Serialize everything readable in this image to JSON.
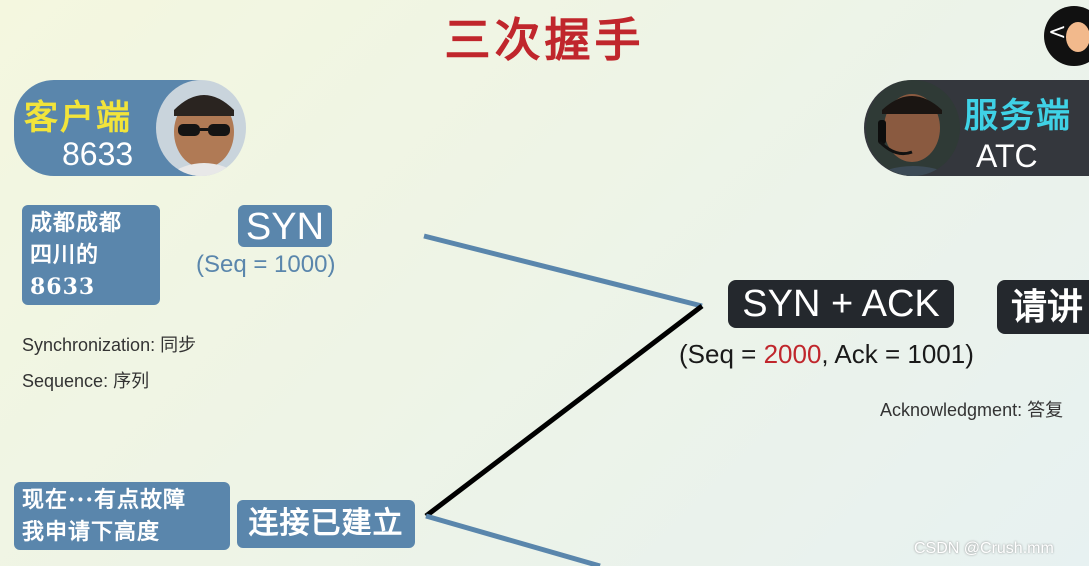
{
  "title": "三次握手",
  "client": {
    "name": "客户端",
    "id": "8633",
    "name_color": "#f2e43a"
  },
  "server": {
    "name": "服务端",
    "id": "ATC",
    "name_color": "#3fd2e6"
  },
  "client_message": {
    "line1": "成都成都",
    "line2": "四川的8633"
  },
  "syn": {
    "label": "SYN",
    "seq": "(Seq = 1000)"
  },
  "syn_ack": {
    "label": "SYN + ACK",
    "seq_prefix": "(Seq = ",
    "seq_value": "2000",
    "ack_part": ", Ack = 1001)"
  },
  "server_message": "请讲",
  "notes": {
    "synchronization_term": "Synchronization",
    "synchronization_cn": ": 同步",
    "sequence_term": "Sequence",
    "sequence_cn": ": 序列",
    "acknowledgment": "Acknowledgment: 答复"
  },
  "client_message2": {
    "line1": "现在···有点故障",
    "line2": "我申请下高度"
  },
  "connected": "连接已建立",
  "back_button": "<",
  "watermark": "CSDN @Crush.mm",
  "colors": {
    "accent_red": "#c0262c",
    "pill_blue": "#5a86ac",
    "dark": "#24282d"
  }
}
